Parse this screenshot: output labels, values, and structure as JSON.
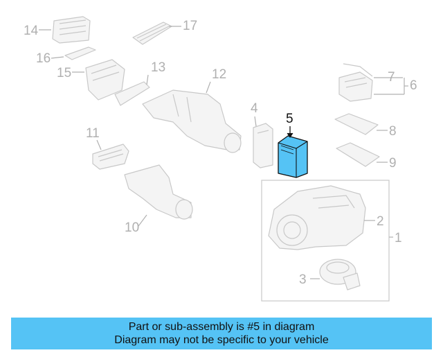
{
  "callouts": {
    "c1": "1",
    "c2": "2",
    "c3": "3",
    "c4": "4",
    "c5": "5",
    "c6": "6",
    "c7": "7",
    "c8": "8",
    "c9": "9",
    "c10": "10",
    "c11": "11",
    "c12": "12",
    "c13": "13",
    "c14": "14",
    "c15": "15",
    "c16": "16",
    "c17": "17"
  },
  "highlight": {
    "part": "5",
    "color": "#55c3f5"
  },
  "banner": {
    "line1": "Part or sub-assembly is #5 in diagram",
    "line2": "Diagram may not be specific to your vehicle",
    "color": "#55c3f5"
  }
}
